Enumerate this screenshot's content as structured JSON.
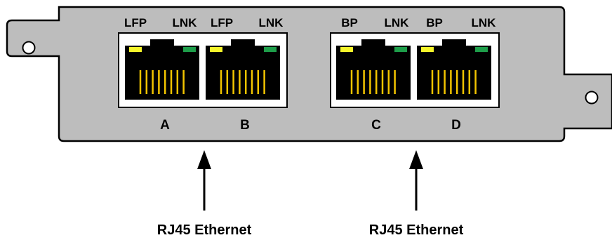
{
  "ports": [
    {
      "letter": "A",
      "led_left_label": "LFP",
      "led_right_label": "LNK"
    },
    {
      "letter": "B",
      "led_left_label": "LFP",
      "led_right_label": "LNK"
    },
    {
      "letter": "C",
      "led_left_label": "BP",
      "led_right_label": "LNK"
    },
    {
      "letter": "D",
      "led_left_label": "BP",
      "led_right_label": "LNK"
    }
  ],
  "captions": [
    "RJ45 Ethernet",
    "RJ45 Ethernet"
  ],
  "colors": {
    "plate": "#bdbdbd",
    "led_yellow": "#f5f52a",
    "led_green": "#1e9e4a",
    "pins": "#f2c400",
    "jack": "#000000"
  }
}
